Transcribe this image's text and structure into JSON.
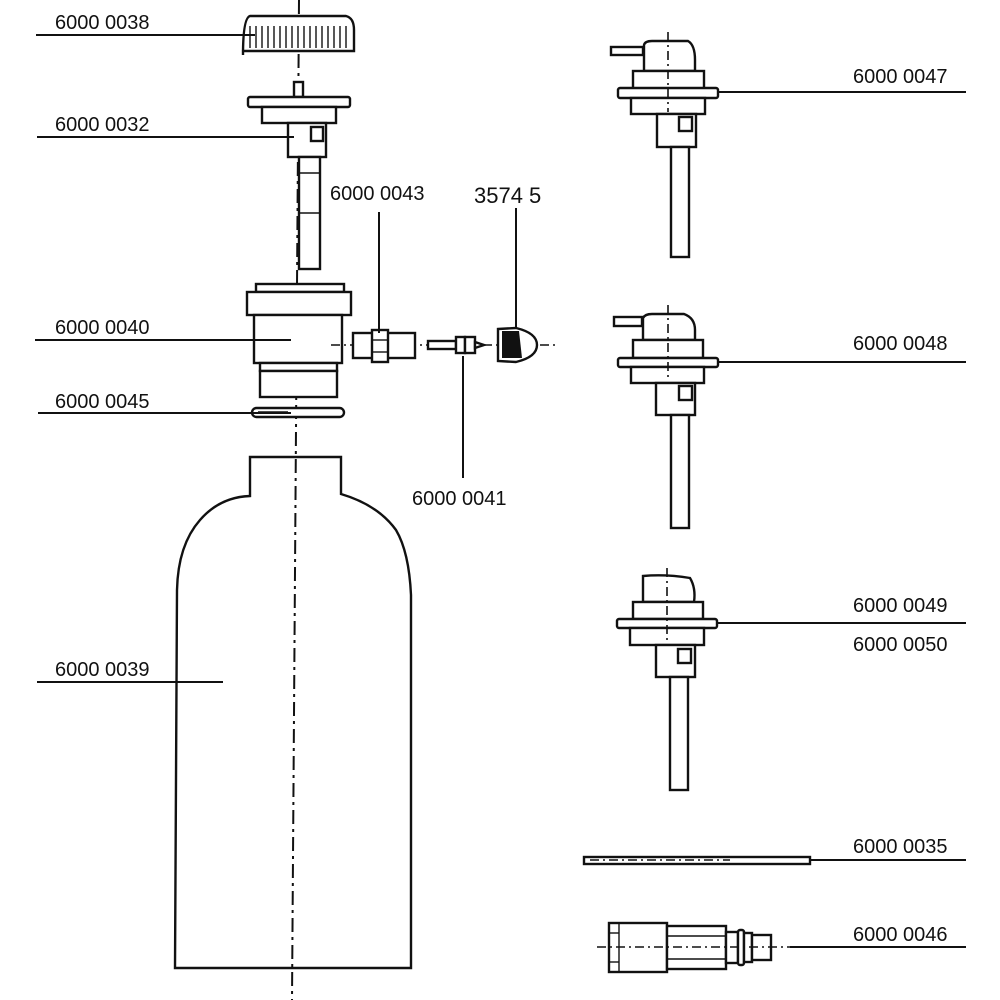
{
  "figure": {
    "type": "exploded parts diagram",
    "subject": "pressure bottle assembly with filler cap, valve inserts and coupling",
    "background_color": "#ffffff",
    "line_color": "#111111"
  },
  "parts": {
    "cap": {
      "part_number": "6000 0038"
    },
    "valve_insert": {
      "part_number": "6000 0032"
    },
    "adapter_nipple": {
      "part_number": "6000 0043"
    },
    "dust_cap": {
      "part_number": "3574 5"
    },
    "filler_head": {
      "part_number": "6000 0040"
    },
    "valve_core": {
      "part_number": "6000 0041"
    },
    "o_ring": {
      "part_number": "6000 0045"
    },
    "bottle": {
      "part_number": "6000 0039"
    },
    "valve_variant_a": {
      "part_number": "6000 0047"
    },
    "valve_variant_b": {
      "part_number": "6000 0048"
    },
    "valve_variant_c": {
      "part_number_primary": "6000 0049",
      "part_number_alternate": "6000 0050"
    },
    "rod": {
      "part_number": "6000 0035"
    },
    "quick_coupling": {
      "part_number": "6000 0046"
    }
  }
}
